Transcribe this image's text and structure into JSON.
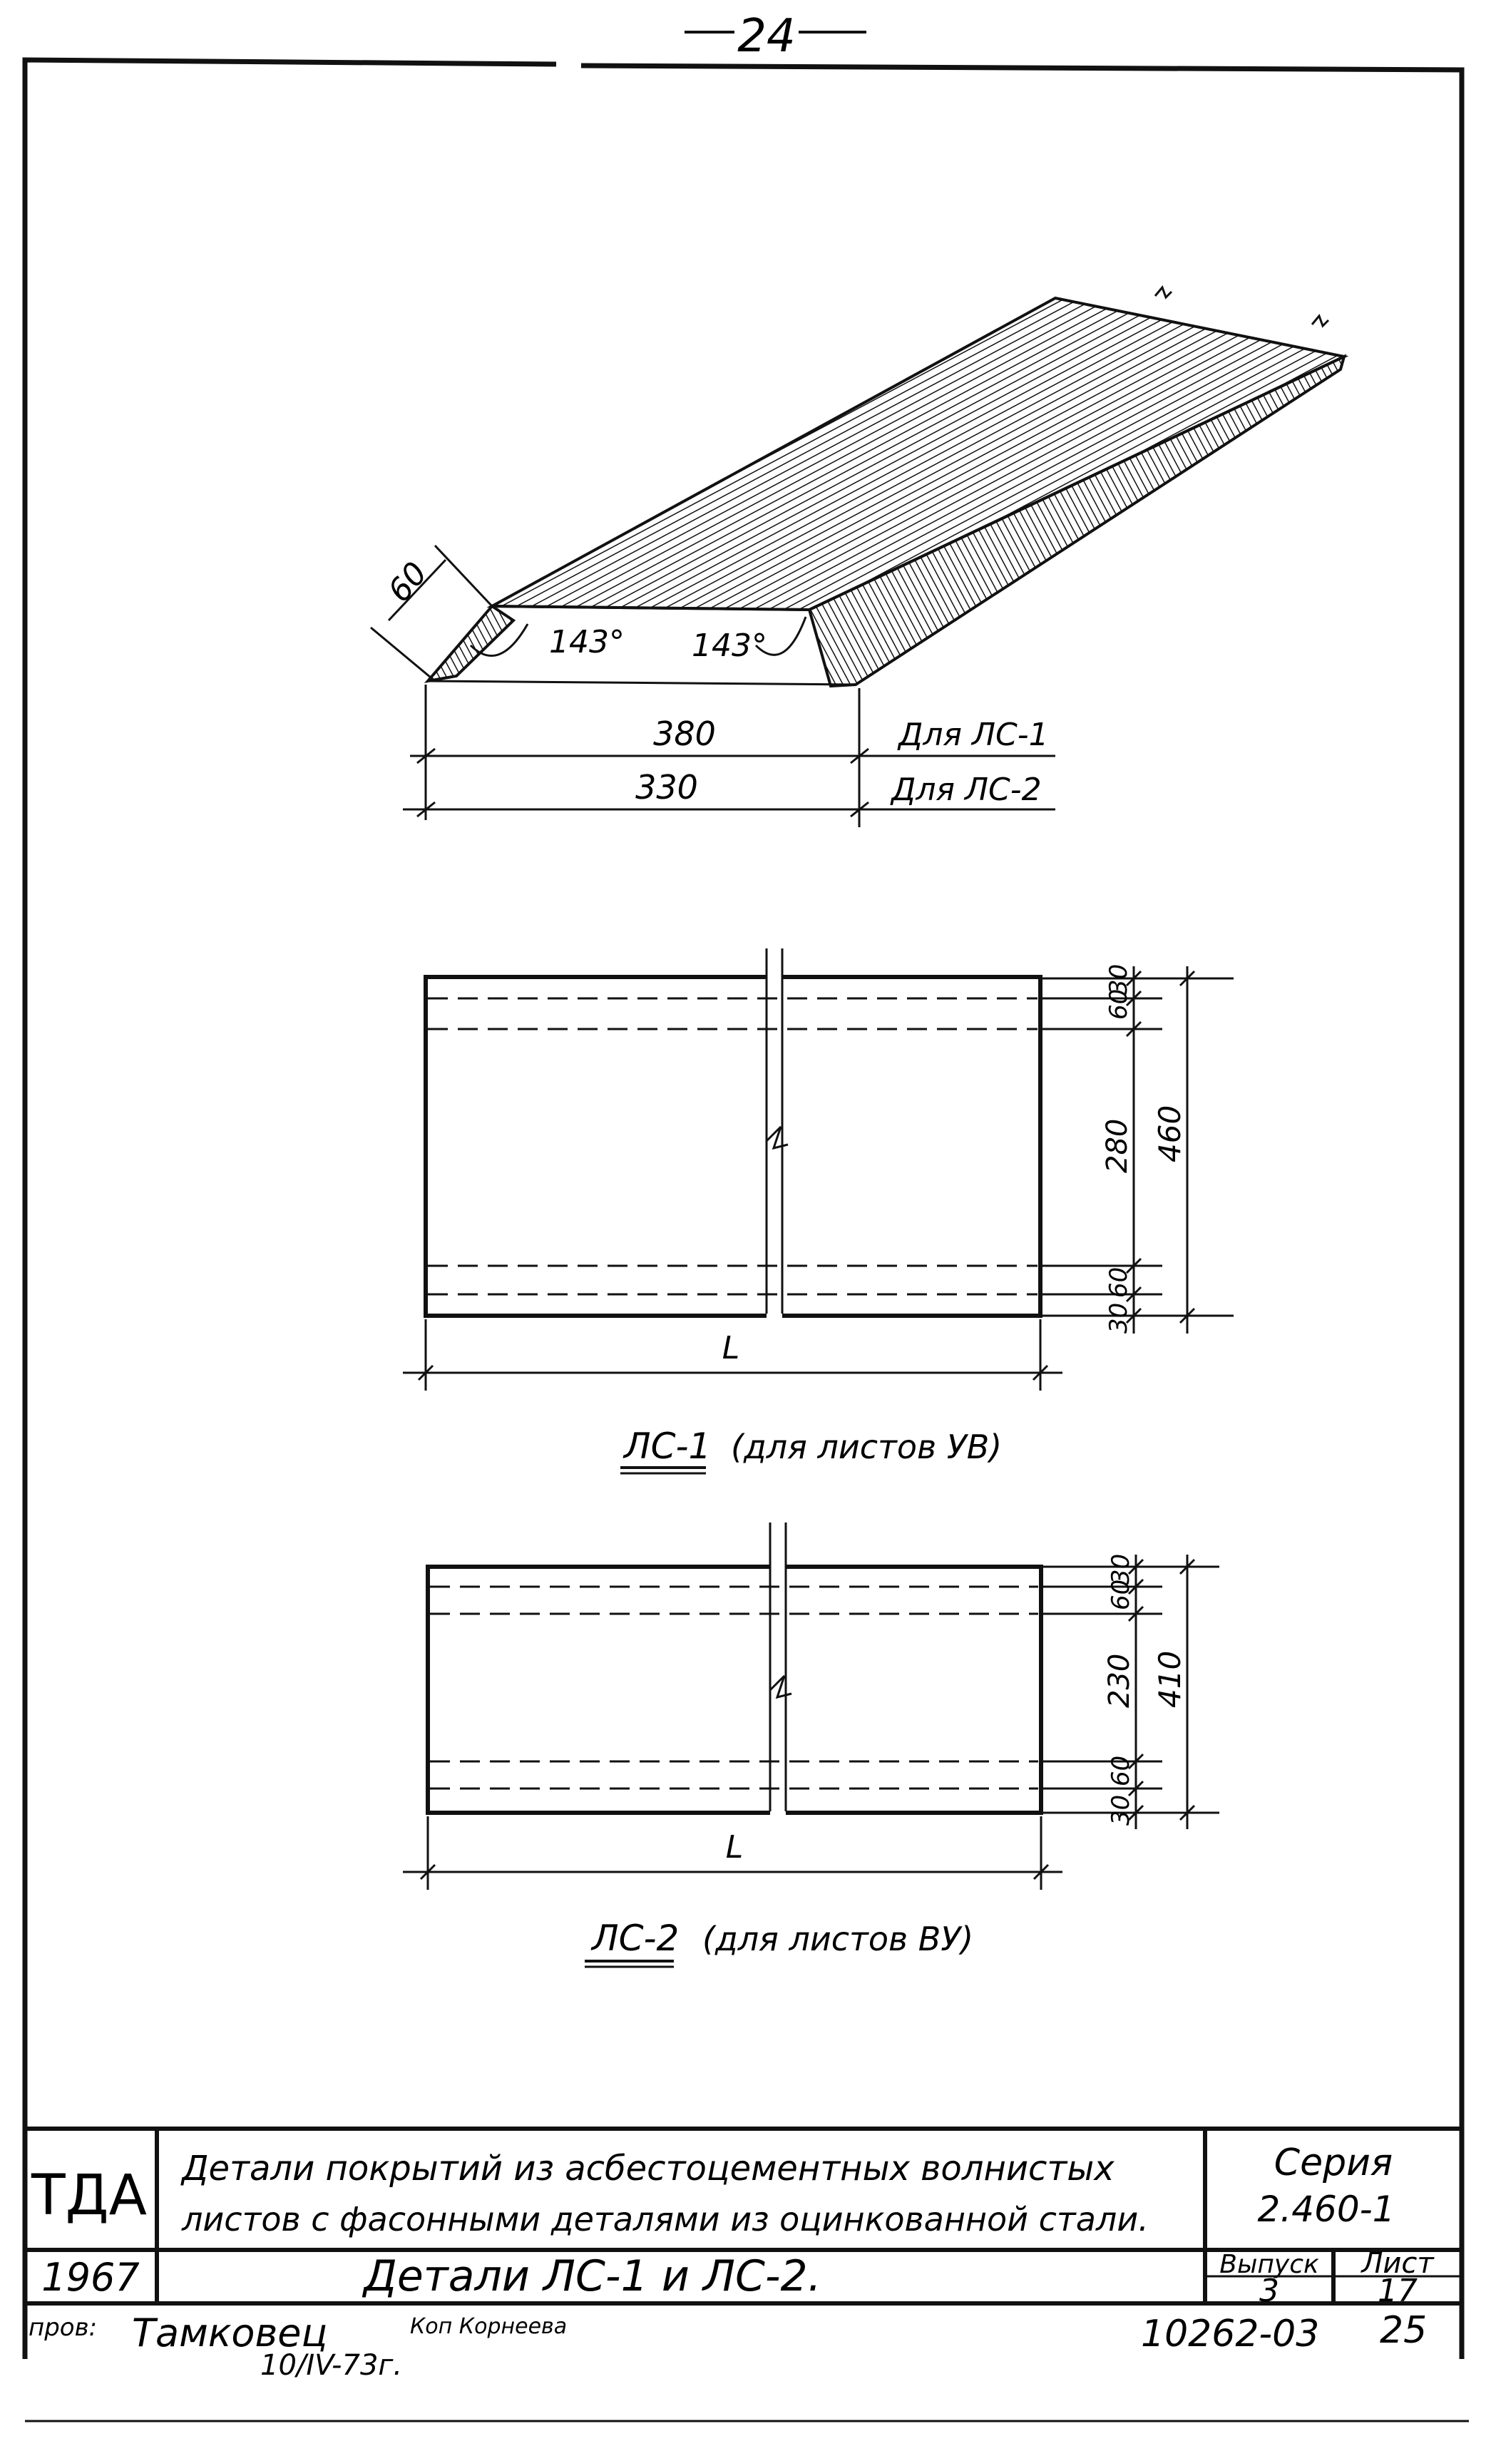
{
  "page_number": "24",
  "iso": {
    "dim_60": "60",
    "angle_left": "143°",
    "angle_right": "143°",
    "dim_380": "380",
    "dim_330": "330",
    "for_ls1": "Для ЛС-1",
    "for_ls2": "Для ЛС-2"
  },
  "ls1": {
    "dims": [
      "60",
      "30",
      "280",
      "460",
      "30",
      "60"
    ],
    "length": "L",
    "caption_code": "ЛС-1",
    "caption_note": "(для листов УВ)"
  },
  "ls2": {
    "dims": [
      "60",
      "30",
      "230",
      "410",
      "30",
      "60"
    ],
    "length": "L",
    "caption_code": "ЛС-2",
    "caption_note": "(для листов ВУ)"
  },
  "title_block": {
    "org": "ТДА",
    "title_line1": "Детали покрытий из асбестоцементных волнистых",
    "title_line2": "листов с фасонными деталями из оцинкованной стали.",
    "series_label": "Серия",
    "series_value": "2.460-1",
    "year": "1967",
    "sheet_title": "Детали ЛС-1 и ЛС-2.",
    "issue_label": "Выпуск",
    "issue_value": "3",
    "sheet_label": "Лист",
    "sheet_value": "17"
  },
  "footer": {
    "checked_label": "пров:",
    "checker_signature": "Тамковец",
    "copied_by": "Коп Корнеева",
    "date": "10/IV-73г.",
    "doc_number": "10262-03",
    "page_small": "25"
  }
}
